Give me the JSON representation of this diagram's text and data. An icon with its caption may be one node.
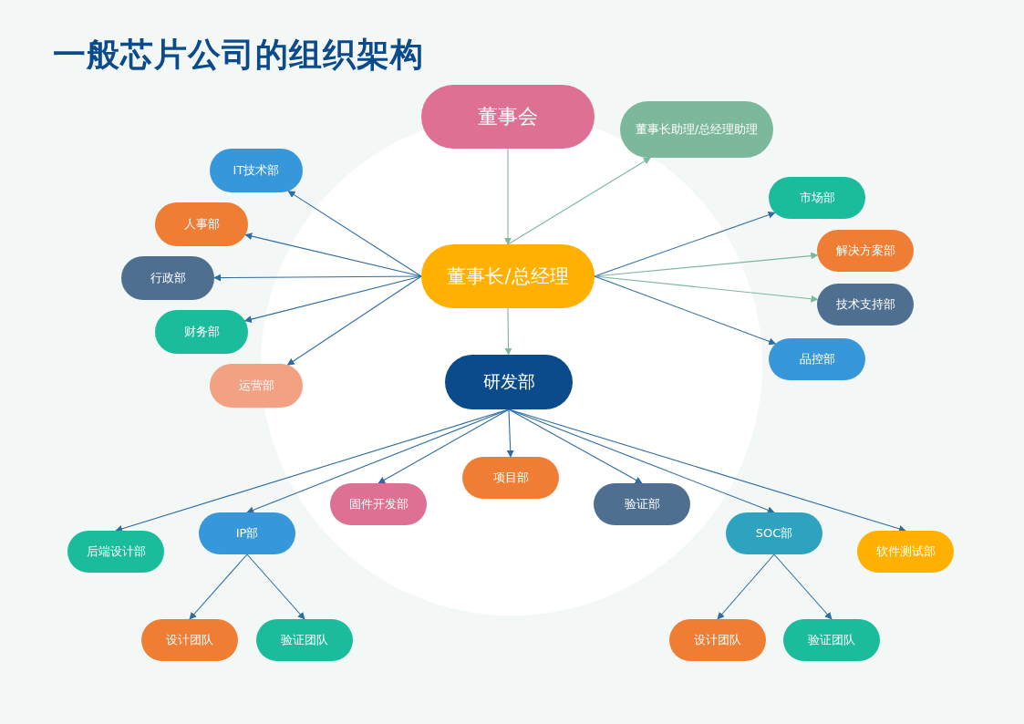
{
  "diagram": {
    "title": "一般芯片公司的组织架构",
    "nodes": [
      {
        "text": [
          "董事会"
        ]
      },
      {
        "text": [
          "董事长助理/总经理助理"
        ]
      },
      {
        "text": [
          "IT技术部"
        ]
      },
      {
        "text": [
          "市场部"
        ]
      },
      {
        "text": [
          "人事部"
        ]
      },
      {
        "text": [
          "董事长/总经理"
        ]
      },
      {
        "text": [
          "解决方案部"
        ]
      },
      {
        "text": [
          "行政部"
        ]
      },
      {
        "text": [
          "技术支持部"
        ]
      },
      {
        "text": [
          "财务部"
        ]
      },
      {
        "text": [
          "品控部"
        ]
      },
      {
        "text": [
          "研发部"
        ]
      },
      {
        "text": [
          "运营部"
        ]
      },
      {
        "text": [
          "项目部"
        ]
      },
      {
        "text": [
          "固件开发部"
        ]
      },
      {
        "text": [
          "验证部"
        ]
      },
      {
        "text": [
          "后端设计部"
        ]
      },
      {
        "text": [
          "IP部"
        ]
      },
      {
        "text": [
          "SOC部"
        ]
      },
      {
        "text": [
          "软件测试部"
        ]
      },
      {
        "text": [
          "设计团队"
        ]
      },
      {
        "text": [
          "验证团队"
        ]
      },
      {
        "text": [
          "设计团队"
        ]
      },
      {
        "text": [
          "验证团队"
        ]
      }
    ],
    "edges": [
      {
        "from": 0,
        "to": 5,
        "arrow": "to",
        "color": "#7cb89c"
      },
      {
        "from": 5,
        "to": 1,
        "arrow": "to",
        "color": "#7cb89c"
      },
      {
        "from": 5,
        "to": 2,
        "arrow": "to"
      },
      {
        "from": 5,
        "to": 4,
        "arrow": "to"
      },
      {
        "from": 5,
        "to": 7,
        "arrow": "to"
      },
      {
        "from": 5,
        "to": 9,
        "arrow": "to"
      },
      {
        "from": 5,
        "to": 12,
        "arrow": "to"
      },
      {
        "from": 5,
        "to": 3,
        "arrow": "to"
      },
      {
        "from": 5,
        "to": 6,
        "arrow": "to",
        "color": "#7cb89c"
      },
      {
        "from": 5,
        "to": 8,
        "arrow": "to",
        "color": "#7cb89c"
      },
      {
        "from": 5,
        "to": 10,
        "arrow": "to"
      },
      {
        "from": 5,
        "to": 11,
        "arrow": "to",
        "color": "#7cb89c"
      },
      {
        "from": 11,
        "to": 16,
        "arrow": "to"
      },
      {
        "from": 11,
        "to": 17,
        "arrow": "to"
      },
      {
        "from": 11,
        "to": 14,
        "arrow": "to"
      },
      {
        "from": 11,
        "to": 13,
        "arrow": "to"
      },
      {
        "from": 11,
        "to": 15,
        "arrow": "to"
      },
      {
        "from": 11,
        "to": 18,
        "arrow": "to"
      },
      {
        "from": 11,
        "to": 19,
        "arrow": "to"
      },
      {
        "from": 17,
        "to": 20,
        "arrow": "to"
      },
      {
        "from": 17,
        "to": 21,
        "arrow": "to"
      },
      {
        "from": 18,
        "to": 22,
        "arrow": "to"
      },
      {
        "from": 18,
        "to": 23,
        "arrow": "to"
      }
    ]
  }
}
